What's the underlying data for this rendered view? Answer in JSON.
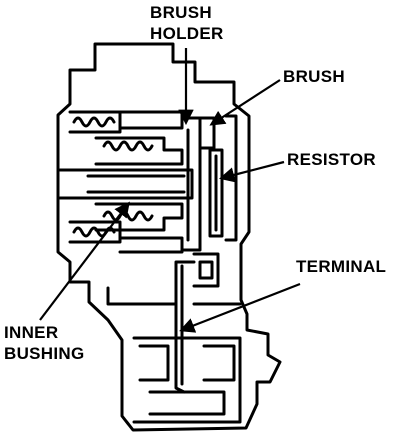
{
  "diagram": {
    "labels": {
      "brush_holder": "BRUSH\nHOLDER",
      "brush": "BRUSH",
      "resistor": "RESISTOR",
      "terminal": "TERMINAL",
      "inner_bushing": "INNER\nBUSHING"
    },
    "colors": {
      "ink": "#000000",
      "paper": "#ffffff"
    }
  }
}
